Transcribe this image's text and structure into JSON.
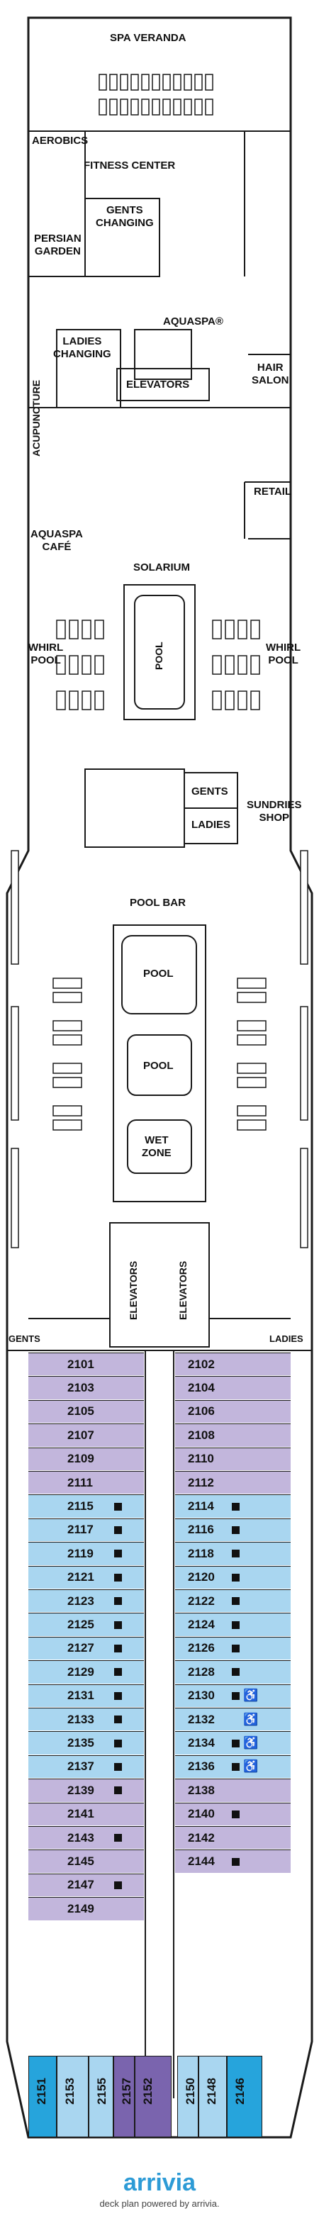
{
  "colors": {
    "interior": "#a9d6f0",
    "oceanview": "#c2b6dc",
    "suite": "#26a4dc",
    "suite_dark": "#7a64ae",
    "line": "#1a1a1a",
    "brand": "#2d9bd6"
  },
  "labels": {
    "spa_veranda": "SPA VERANDA",
    "aerobics": "AEROBICS",
    "fitness_center": "FITNESS CENTER",
    "gents_changing_1": "GENTS",
    "gents_changing_2": "CHANGING",
    "persian_garden_1": "PERSIAN",
    "persian_garden_2": "GARDEN",
    "aquaspa": "AQUASPA®",
    "ladies_changing_1": "LADIES",
    "ladies_changing_2": "CHANGING",
    "hair_salon_1": "HAIR",
    "hair_salon_2": "SALON",
    "acupuncture": "ACUPUNCTURE",
    "elevators": "ELEVATORS",
    "retail": "RETAIL",
    "aquaspa_cafe_1": "AQUASPA",
    "aquaspa_cafe_2": "CAFÉ",
    "solarium": "SOLARIUM",
    "whirl_pool_l_1": "WHIRL",
    "whirl_pool_l_2": "POOL",
    "whirl_pool_r_1": "WHIRL",
    "whirl_pool_r_2": "POOL",
    "pool_upper": "POOL",
    "gents": "GENTS",
    "ladies": "LADIES",
    "sundries_1": "SUNDRIES",
    "sundries_2": "SHOP",
    "pool_bar": "POOL BAR",
    "pool_1": "POOL",
    "pool_2": "POOL",
    "wet_zone_1": "WET",
    "wet_zone_2": "ZONE",
    "elevators_l": "ELEVATORS",
    "elevators_r": "ELEVATORS",
    "gents_fwd": "GENTS",
    "ladies_fwd": "LADIES"
  },
  "cabins_left": [
    {
      "num": "2101",
      "cat": "oceanview"
    },
    {
      "num": "2103",
      "cat": "oceanview"
    },
    {
      "num": "2105",
      "cat": "oceanview"
    },
    {
      "num": "2107",
      "cat": "oceanview"
    },
    {
      "num": "2109",
      "cat": "oceanview"
    },
    {
      "num": "2111",
      "cat": "oceanview"
    },
    {
      "num": "2115",
      "cat": "interior",
      "mark": true
    },
    {
      "num": "2117",
      "cat": "interior",
      "mark": true
    },
    {
      "num": "2119",
      "cat": "interior",
      "mark": true
    },
    {
      "num": "2121",
      "cat": "interior",
      "mark": true
    },
    {
      "num": "2123",
      "cat": "interior",
      "mark": true
    },
    {
      "num": "2125",
      "cat": "interior",
      "mark": true
    },
    {
      "num": "2127",
      "cat": "interior",
      "mark": true
    },
    {
      "num": "2129",
      "cat": "interior",
      "mark": true
    },
    {
      "num": "2131",
      "cat": "interior",
      "mark": true
    },
    {
      "num": "2133",
      "cat": "interior",
      "mark": true
    },
    {
      "num": "2135",
      "cat": "interior",
      "mark": true
    },
    {
      "num": "2137",
      "cat": "interior",
      "mark": true
    },
    {
      "num": "2139",
      "cat": "oceanview",
      "mark": true
    },
    {
      "num": "2141",
      "cat": "oceanview"
    },
    {
      "num": "2143",
      "cat": "oceanview",
      "mark": true
    },
    {
      "num": "2145",
      "cat": "oceanview"
    },
    {
      "num": "2147",
      "cat": "oceanview",
      "mark": true
    },
    {
      "num": "2149",
      "cat": "oceanview"
    }
  ],
  "cabins_right": [
    {
      "num": "2102",
      "cat": "oceanview"
    },
    {
      "num": "2104",
      "cat": "oceanview"
    },
    {
      "num": "2106",
      "cat": "oceanview"
    },
    {
      "num": "2108",
      "cat": "oceanview"
    },
    {
      "num": "2110",
      "cat": "oceanview"
    },
    {
      "num": "2112",
      "cat": "oceanview"
    },
    {
      "num": "2114",
      "cat": "interior",
      "mark": true
    },
    {
      "num": "2116",
      "cat": "interior",
      "mark": true
    },
    {
      "num": "2118",
      "cat": "interior",
      "mark": true
    },
    {
      "num": "2120",
      "cat": "interior",
      "mark": true
    },
    {
      "num": "2122",
      "cat": "interior",
      "mark": true
    },
    {
      "num": "2124",
      "cat": "interior",
      "mark": true
    },
    {
      "num": "2126",
      "cat": "interior",
      "mark": true
    },
    {
      "num": "2128",
      "cat": "interior",
      "mark": true
    },
    {
      "num": "2130",
      "cat": "interior",
      "mark": true,
      "acc": true
    },
    {
      "num": "2132",
      "cat": "interior",
      "acc": true
    },
    {
      "num": "2134",
      "cat": "interior",
      "mark": true,
      "acc": true
    },
    {
      "num": "2136",
      "cat": "interior",
      "mark": true,
      "acc": true
    },
    {
      "num": "2138",
      "cat": "oceanview"
    },
    {
      "num": "2140",
      "cat": "oceanview",
      "mark": true
    },
    {
      "num": "2142",
      "cat": "oceanview"
    },
    {
      "num": "2144",
      "cat": "oceanview",
      "mark": true
    }
  ],
  "cabins_aft": [
    {
      "num": "2151",
      "cat": "suite"
    },
    {
      "num": "2153",
      "cat": "interior"
    },
    {
      "num": "2155",
      "cat": "interior"
    },
    {
      "num": "2157",
      "cat": "suite_dark"
    },
    {
      "num": "2152",
      "cat": "suite_dark"
    },
    {
      "num": "2150",
      "cat": "interior"
    },
    {
      "num": "2148",
      "cat": "interior"
    },
    {
      "num": "2146",
      "cat": "suite"
    }
  ],
  "footer": {
    "brand": "arrivia",
    "caption": "deck plan powered by arrivia."
  }
}
